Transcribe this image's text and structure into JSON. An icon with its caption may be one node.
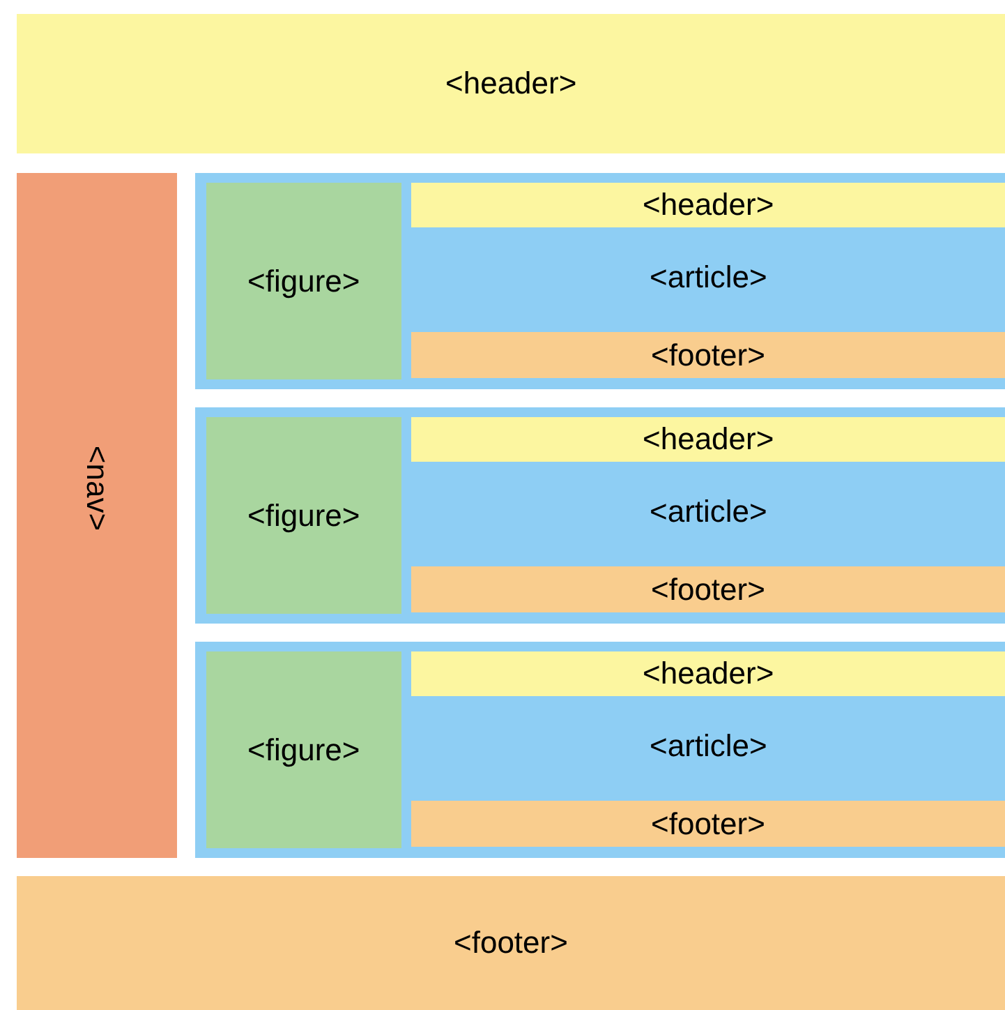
{
  "diagram": {
    "nodes": [
      {
        "text": [
          "<header>"
        ]
      },
      {
        "text": [
          "<nav>"
        ]
      },
      {
        "text": [
          "<article>"
        ]
      },
      {
        "text": [
          "<figure>"
        ],
        "in": 2
      },
      {
        "text": [
          "<header>"
        ],
        "in": 2
      },
      {
        "text": [
          "<footer>"
        ],
        "in": 2
      },
      {
        "text": [
          "<article>"
        ]
      },
      {
        "text": [
          "<figure>"
        ],
        "in": 6
      },
      {
        "text": [
          "<header>"
        ],
        "in": 6
      },
      {
        "text": [
          "<footer>"
        ],
        "in": 6
      },
      {
        "text": [
          "<article>"
        ]
      },
      {
        "text": [
          "<figure>"
        ],
        "in": 10
      },
      {
        "text": [
          "<header>"
        ],
        "in": 10
      },
      {
        "text": [
          "<footer>"
        ],
        "in": 10
      },
      {
        "text": [
          "<footer>"
        ]
      }
    ]
  }
}
